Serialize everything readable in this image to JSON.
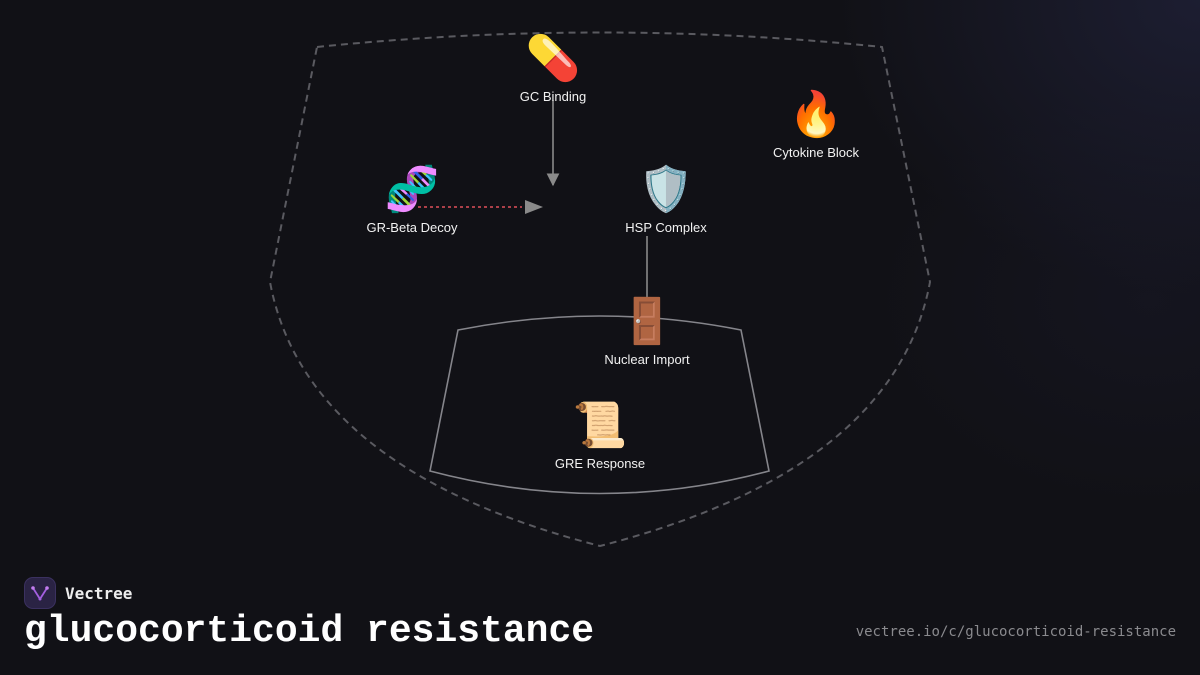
{
  "diagram": {
    "nodes": [
      {
        "id": "gc",
        "label": "GC Binding",
        "icon": "pill-icon",
        "emoji": "💊"
      },
      {
        "id": "cytokine",
        "label": "Cytokine Block",
        "icon": "fire-icon",
        "emoji": "🔥"
      },
      {
        "id": "grbeta",
        "label": "GR-Beta Decoy",
        "icon": "dna-icon",
        "emoji": "🧬"
      },
      {
        "id": "hsp",
        "label": "HSP Complex",
        "icon": "shield-icon",
        "emoji": "🛡️"
      },
      {
        "id": "nuclear",
        "label": "Nuclear Import",
        "icon": "door-icon",
        "emoji": "🚪"
      },
      {
        "id": "gre",
        "label": "GRE Response",
        "icon": "scroll-icon",
        "emoji": "📜"
      }
    ],
    "edges": [
      {
        "from": "gc",
        "to": "hsp",
        "style": "solid"
      },
      {
        "from": "grbeta",
        "to": "hsp",
        "style": "dashed-red"
      },
      {
        "from": "hsp",
        "to": "nuclear",
        "style": "solid"
      }
    ],
    "colors": {
      "outer_boundary": "#5a5a60",
      "inner_boundary": "#8a8a90",
      "edge": "#8a8a8a",
      "inhibit_edge": "#e0505a"
    }
  },
  "brand": {
    "name": "Vectree",
    "logo_color": "#a35fe0"
  },
  "title": "glucocorticoid resistance",
  "url": "vectree.io/c/glucocorticoid-resistance"
}
